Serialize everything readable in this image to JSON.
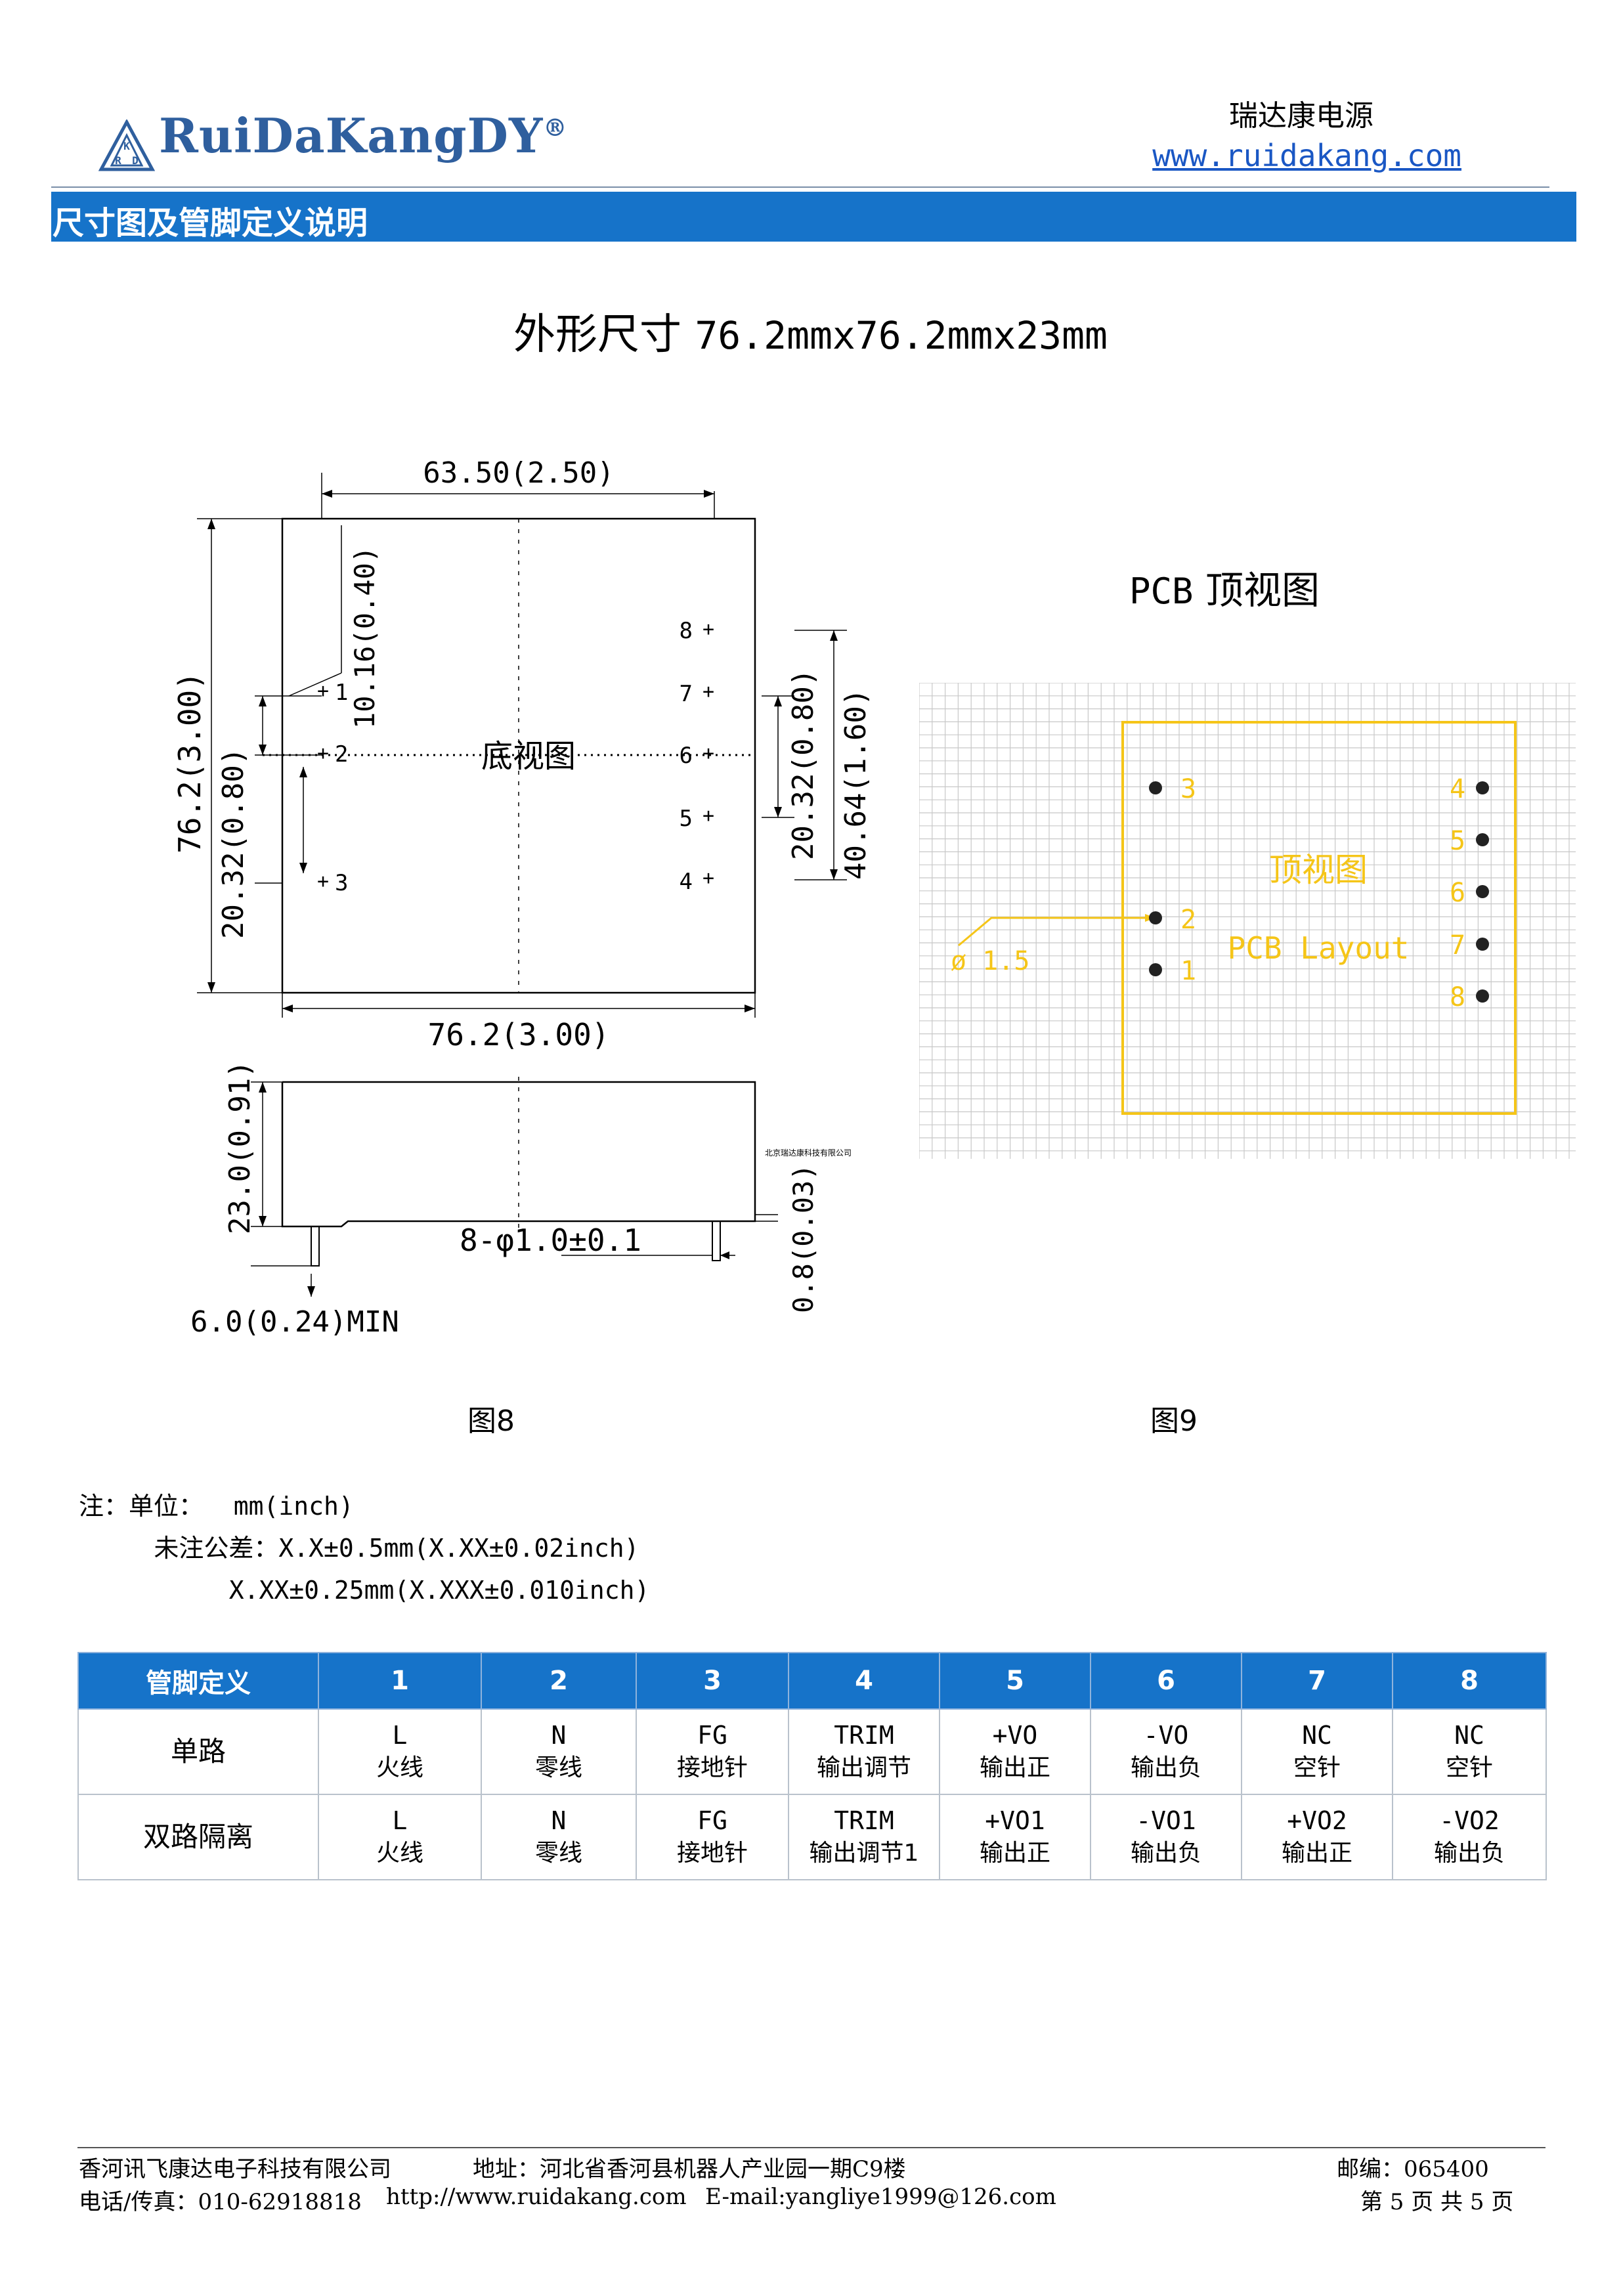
{
  "header": {
    "logo_text": "RuiDaKangDY",
    "logo_registered": "®",
    "logo_mark_letters": [
      "R",
      "D",
      "K"
    ],
    "company_cn": "瑞达康电源",
    "website": "www.ruidakang.com",
    "section_title": "尺寸图及管脚定义说明"
  },
  "title": {
    "prefix": "外形尺寸",
    "dims": "76.2mmx76.2mmx23mm"
  },
  "fig8": {
    "top_width": "63.50(2.50)",
    "pin1_offset": "10.16(0.40)",
    "total_height": "76.2(3.00)",
    "left_pitch": "20.32(0.80)",
    "right_pitch_inner": "20.32(0.80)",
    "right_pitch_outer": "40.64(1.60)",
    "bottom_width": "76.2(3.00)",
    "center_label": "底视图",
    "pins_left": [
      "1",
      "2",
      "3"
    ],
    "pins_right": [
      "8",
      "7",
      "6",
      "5",
      "4"
    ],
    "side_height": "23.0(0.91)",
    "pin_spec": "8-φ1.0±0.1",
    "pin_protrusion": "0.8(0.03)",
    "pin_length": "6.0(0.24)MIN",
    "watermark": "北京瑞达康科技有限公司",
    "caption": "图8"
  },
  "fig9": {
    "title_prefix": "PCB",
    "title_suffix": "顶视图",
    "inner_label": "顶视图",
    "inner_sub": "PCB Layout",
    "hole_dia": "ø 1.5",
    "pins_left": [
      "3",
      "2",
      "1"
    ],
    "pins_right": [
      "4",
      "5",
      "6",
      "7",
      "8"
    ],
    "caption": "图9",
    "colors": {
      "outline": "#f5c518",
      "grid": "#c8c8c8",
      "pin": "#222222"
    }
  },
  "notes": {
    "unit_label": "注：单位：",
    "unit_value": "mm(inch)",
    "tol_label": "未注公差：",
    "tol_line1": "X.X±0.5mm(X.XX±0.02inch)",
    "tol_line2": "X.XX±0.25mm(X.XXX±0.010inch)"
  },
  "pin_table": {
    "header": [
      "管脚定义",
      "1",
      "2",
      "3",
      "4",
      "5",
      "6",
      "7",
      "8"
    ],
    "rows": [
      {
        "label": "单路",
        "cells": [
          {
            "code": "L",
            "desc": "火线"
          },
          {
            "code": "N",
            "desc": "零线"
          },
          {
            "code": "FG",
            "desc": "接地针"
          },
          {
            "code": "TRIM",
            "desc": "输出调节"
          },
          {
            "code": "+VO",
            "desc": "输出正"
          },
          {
            "code": "-VO",
            "desc": "输出负"
          },
          {
            "code": "NC",
            "desc": "空针"
          },
          {
            "code": "NC",
            "desc": "空针"
          }
        ]
      },
      {
        "label": "双路隔离",
        "cells": [
          {
            "code": "L",
            "desc": "火线"
          },
          {
            "code": "N",
            "desc": "零线"
          },
          {
            "code": "FG",
            "desc": "接地针"
          },
          {
            "code": "TRIM",
            "desc": "输出调节1"
          },
          {
            "code": "+VO1",
            "desc": "输出正"
          },
          {
            "code": "-VO1",
            "desc": "输出负"
          },
          {
            "code": "+VO2",
            "desc": "输出正"
          },
          {
            "code": "-VO2",
            "desc": "输出负"
          }
        ]
      }
    ]
  },
  "footer": {
    "company": "香河讯飞康达电子科技有限公司",
    "address": "地址：河北省香河县机器人产业园一期C9楼",
    "postcode": "邮编：065400",
    "phone": "电话/传真：010-62918818",
    "url": "http://www.ruidakang.com",
    "email": "E-mail:yangliye1999@126.com",
    "page": "第 5 页 共 5 页"
  }
}
